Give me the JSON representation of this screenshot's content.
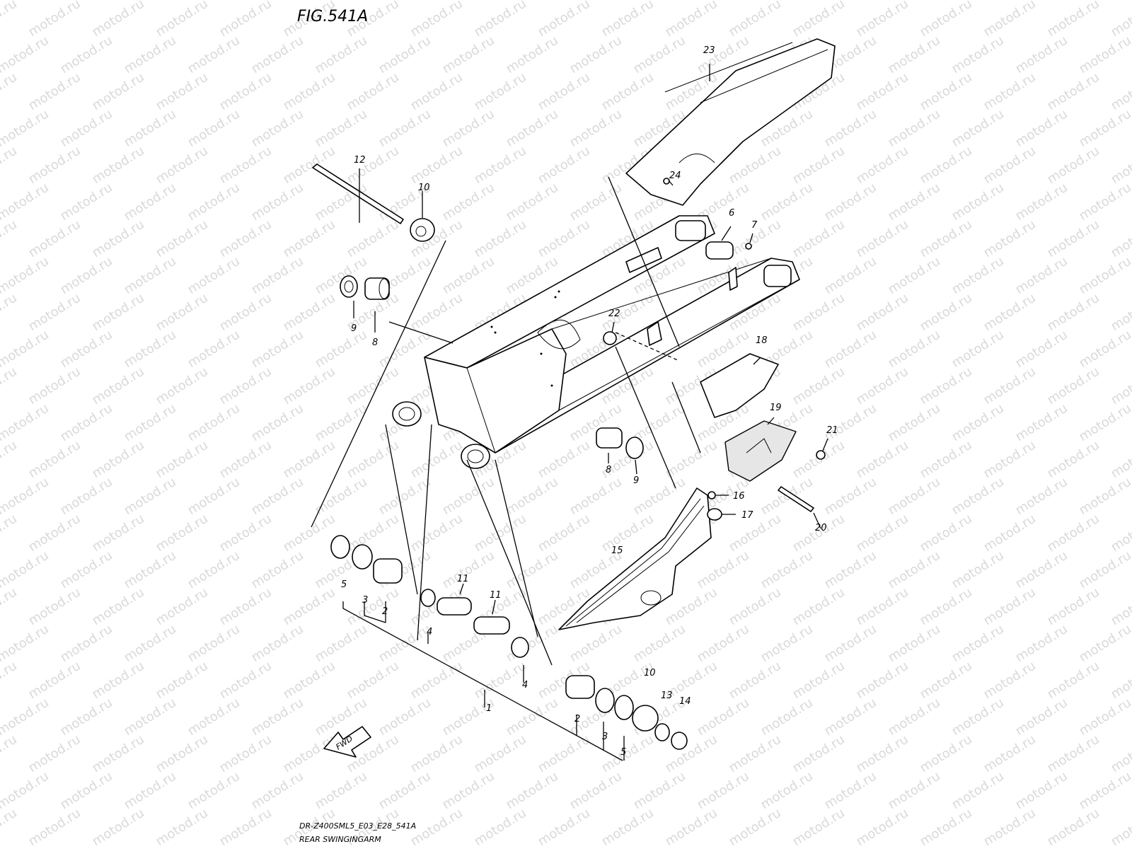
{
  "figure_title": "FIG.541A",
  "watermark_text": "motod.ru",
  "fwd_label": "FWD",
  "footer": {
    "model_code": "DR-Z400SML5_E03_E28_541A",
    "assembly_name": "REAR SWINGINGARM"
  },
  "callouts": [
    "1",
    "2",
    "2",
    "3",
    "3",
    "4",
    "4",
    "5",
    "5",
    "6",
    "7",
    "8",
    "8",
    "9",
    "9",
    "10",
    "10",
    "11",
    "11",
    "12",
    "13",
    "14",
    "15",
    "16",
    "17",
    "18",
    "19",
    "20",
    "21",
    "22",
    "23",
    "24"
  ],
  "colors": {
    "line": "#000000",
    "watermark": "#d9d9d9",
    "background": "#ffffff"
  }
}
